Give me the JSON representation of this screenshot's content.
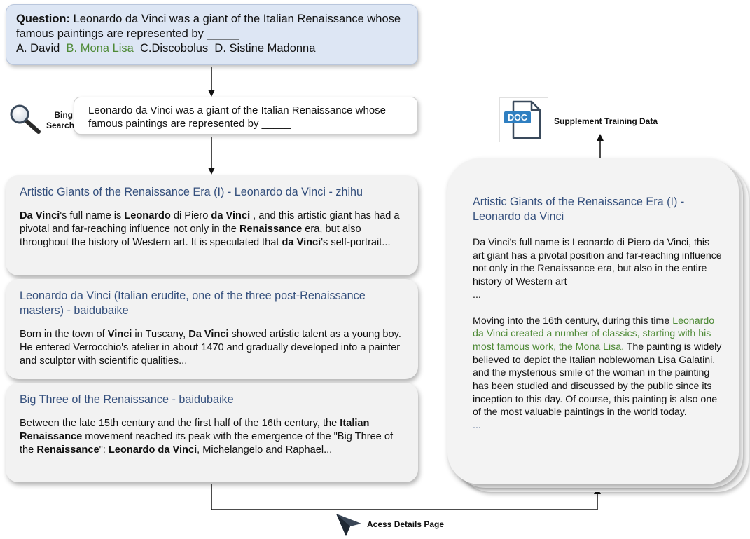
{
  "question": {
    "label": "Question:",
    "text": " Leonardo da Vinci was a giant of the Italian Renaissance whose famous paintings are represented by _____",
    "options": {
      "a": "A. David",
      "b": "B. Mona Lisa",
      "c": "C.Discobolus",
      "d": "D. Sistine Madonna"
    }
  },
  "search": {
    "engine_line1": "Bing",
    "engine_line2": "Search",
    "query": "Leonardo da Vinci was a giant of the Italian Renaissance whose famous paintings are represented by _____"
  },
  "results": [
    {
      "title": "Artistic Giants of the Renaissance Era (I) - Leonardo da Vinci - zhihu",
      "body": [
        {
          "t": "Da Vinci",
          "b": true
        },
        {
          "t": "'s full name is ",
          "b": false
        },
        {
          "t": "Leonardo",
          "b": true
        },
        {
          "t": " di Piero ",
          "b": false
        },
        {
          "t": "da Vinci",
          "b": true
        },
        {
          "t": " , and this artistic giant has had a pivotal and far-reaching influence not only in the ",
          "b": false
        },
        {
          "t": "Renaissance",
          "b": true
        },
        {
          "t": " era, but also throughout the history of Western art. It is speculated that ",
          "b": false
        },
        {
          "t": "da Vinci",
          "b": true
        },
        {
          "t": "'s self-portrait...",
          "b": false
        }
      ]
    },
    {
      "title": "Leonardo da Vinci (Italian erudite, one of the three post-Renaissance masters) - baidubaike",
      "body": [
        {
          "t": "Born in the town of ",
          "b": false
        },
        {
          "t": "Vinci",
          "b": true
        },
        {
          "t": " in Tuscany, ",
          "b": false
        },
        {
          "t": "Da Vinci",
          "b": true
        },
        {
          "t": " showed artistic talent as a young boy. He entered Verrocchio's atelier in about 1470 and gradually developed into a painter and sculptor with scientific qualities...",
          "b": false
        }
      ]
    },
    {
      "title": "Big Three of the Renaissance - baidubaike",
      "body": [
        {
          "t": "Between the late 15th century and the first half of the 16th century, the ",
          "b": false
        },
        {
          "t": "Italian Renaissance",
          "b": true
        },
        {
          "t": " movement reached its peak with the emergence of the \"Big Three of the ",
          "b": false
        },
        {
          "t": "Renaissance",
          "b": true
        },
        {
          "t": "\": ",
          "b": false
        },
        {
          "t": "Leonardo da Vinci",
          "b": true
        },
        {
          "t": ", Michelangelo and Raphael...",
          "b": false
        }
      ]
    }
  ],
  "detail": {
    "title": "Artistic Giants of the Renaissance Era (I) - Leonardo da Vinci",
    "para1": "Da Vinci's full name is Leonardo di Piero da Vinci, this art giant has a pivotal position and far-reaching influence not only in the Renaissance era, but also in the entire history of Western art",
    "ellipsis1": "...",
    "para2_intro": "Moving into the 16th century, during this time ",
    "para2_green": "Leonardo da Vinci created a number of classics, starting with his most famous work, the Mona Lisa.",
    "para2_rest": " The painting is widely believed to depict the Italian noblewoman Lisa Galatini, and the mysterious smile of the woman in the painting has been studied and discussed by the public since its inception to this day. Of course, this painting is also one of the most valuable paintings in the world today.",
    "ellipsis2": "..."
  },
  "doc_icon": {
    "label": "DOC",
    "name": "doc-file-icon"
  },
  "supplement_label": "Supplement Training Data",
  "access_label": "Acess Details Page",
  "colors": {
    "question_bg": "#dde6f4",
    "title_blue": "#35507d",
    "answer_green": "#4e8a36",
    "card_bg": "#f2f2f2",
    "doc_blue": "#2f7fc1"
  }
}
